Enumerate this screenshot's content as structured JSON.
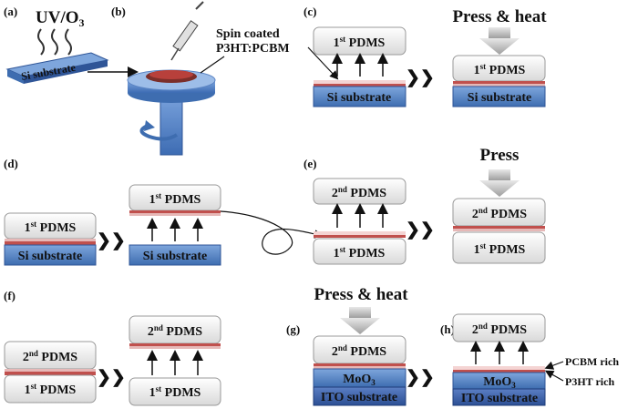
{
  "panels": {
    "a": "(a)",
    "b": "(b)",
    "c": "(c)",
    "d": "(d)",
    "e": "(e)",
    "f": "(f)",
    "g": "(g)",
    "h": "(h)"
  },
  "labels": {
    "uv_o3": "UV/O",
    "uv_o3_sub": "3",
    "si_substrate": "Si substrate",
    "spin_coated_line1": "Spin coated",
    "spin_coated_line2": "P3HT:PCBM",
    "pdms1": "1",
    "pdms2": "2",
    "st": "st",
    "nd": "nd",
    "pdms_word": " PDMS",
    "press_heat": "Press & heat",
    "press": "Press",
    "moo3": "MoO",
    "moo3_sub": "3",
    "ito_substrate": "ITO substrate",
    "pcbm_rich": "PCBM rich",
    "p3ht_rich": "P3HT rich",
    "chevrons": "❯❯"
  },
  "colors": {
    "substrate_blue": "#4f81bd",
    "pdms_white": "#f2f2f2",
    "film_red": "#c0504d",
    "film_pink": "#e6b8b7",
    "ito_blue": "#3a60a8",
    "gray_arrow": "#bfbfbf"
  }
}
